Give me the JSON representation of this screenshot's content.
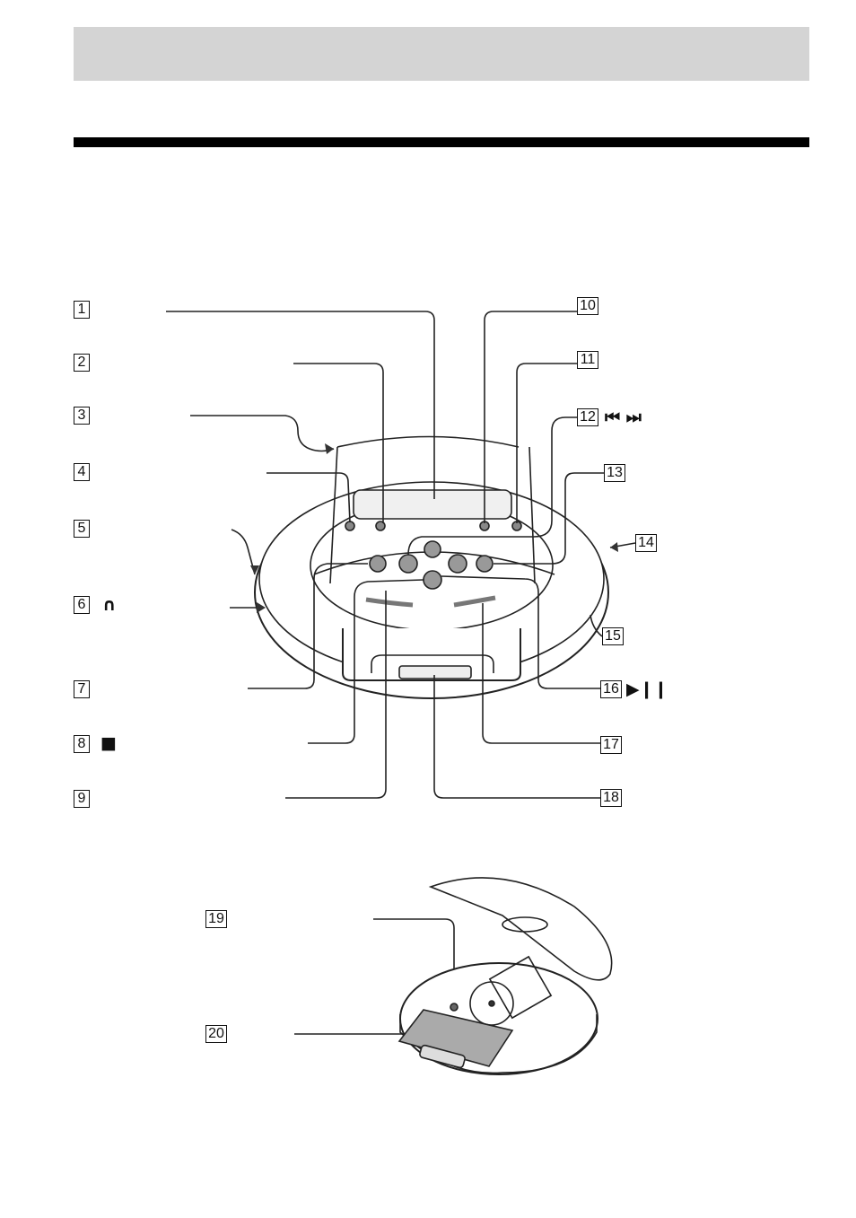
{
  "callouts": [
    {
      "num": "1",
      "sym": ""
    },
    {
      "num": "2",
      "sym": ""
    },
    {
      "num": "3",
      "sym": ""
    },
    {
      "num": "4",
      "sym": ""
    },
    {
      "num": "5",
      "sym": ""
    },
    {
      "num": "6",
      "sym": "∩"
    },
    {
      "num": "7",
      "sym": ""
    },
    {
      "num": "8",
      "sym": "■"
    },
    {
      "num": "9",
      "sym": ""
    },
    {
      "num": "10",
      "sym": ""
    },
    {
      "num": "11",
      "sym": ""
    },
    {
      "num": "12",
      "sym": "⏮  ⏭"
    },
    {
      "num": "13",
      "sym": ""
    },
    {
      "num": "14",
      "sym": ""
    },
    {
      "num": "15",
      "sym": ""
    },
    {
      "num": "16",
      "sym": "▶❙❙"
    },
    {
      "num": "17",
      "sym": ""
    },
    {
      "num": "18",
      "sym": ""
    },
    {
      "num": "19",
      "sym": ""
    },
    {
      "num": "20",
      "sym": ""
    }
  ]
}
